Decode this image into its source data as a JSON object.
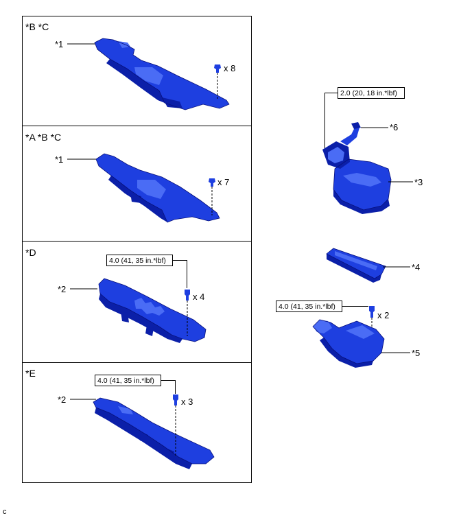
{
  "panels": [
    {
      "header": "*B *C",
      "callouts": [
        {
          "label": "*1"
        }
      ],
      "fastener": {
        "qty": "x 8"
      }
    },
    {
      "header": "*A *B *C",
      "callouts": [
        {
          "label": "*1"
        }
      ],
      "fastener": {
        "qty": "x 7"
      }
    },
    {
      "header": "*D",
      "callouts": [
        {
          "label": "*2"
        }
      ],
      "fastener": {
        "qty": "x 4",
        "torque": "4.0 (41, 35 in.*lbf)"
      }
    },
    {
      "header": "*E",
      "callouts": [
        {
          "label": "*2"
        }
      ],
      "fastener": {
        "qty": "x 3",
        "torque": "4.0 (41, 35 in.*lbf)"
      }
    }
  ],
  "right_parts": {
    "air_cleaner": {
      "torque": "2.0 (20, 18 in.*lbf)",
      "label_6": "*6",
      "label_3": "*3"
    },
    "filter": {
      "label": "*4"
    },
    "bracket": {
      "torque": "4.0 (41, 35 in.*lbf)",
      "qty": "x 2",
      "label": "*5"
    }
  },
  "figure_code": "c",
  "colors": {
    "part_blue": "#1e3fe0",
    "part_dark": "#0b1fa8"
  }
}
